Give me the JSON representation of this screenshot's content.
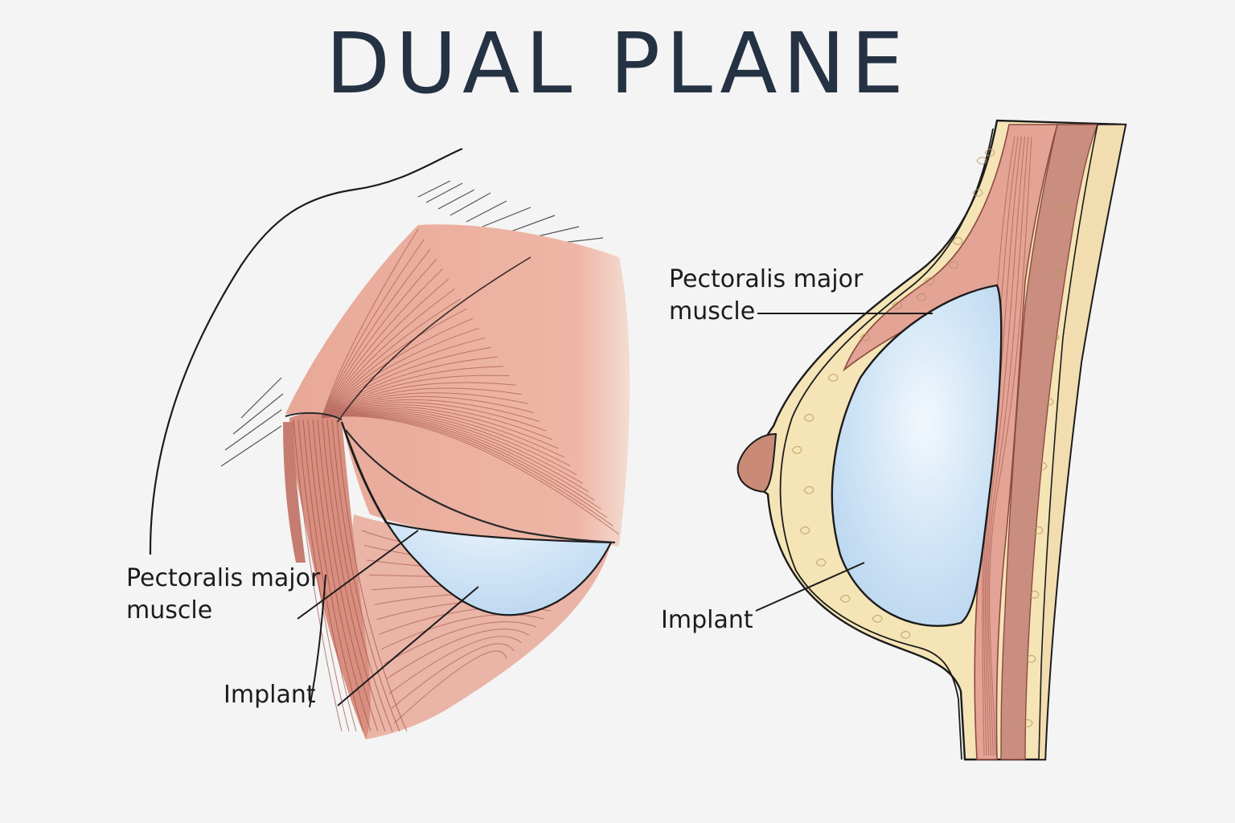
{
  "title": "DUAL PLANE",
  "left_panel": {
    "muscle_label": {
      "line1": "Pectoralis major",
      "line2": "muscle"
    },
    "implant_label": "Implant"
  },
  "right_panel": {
    "muscle_label": {
      "line1": "Pectoralis major",
      "line2": "muscle"
    },
    "implant_label": "Implant"
  },
  "colors": {
    "background": "#f4f4f4",
    "title": "#253244",
    "muscle": "#e8a898",
    "muscle_dark": "#c8786c",
    "implant": "#cfe4f6",
    "fat": "#f5e4b6",
    "outline": "#1c1c1c"
  }
}
